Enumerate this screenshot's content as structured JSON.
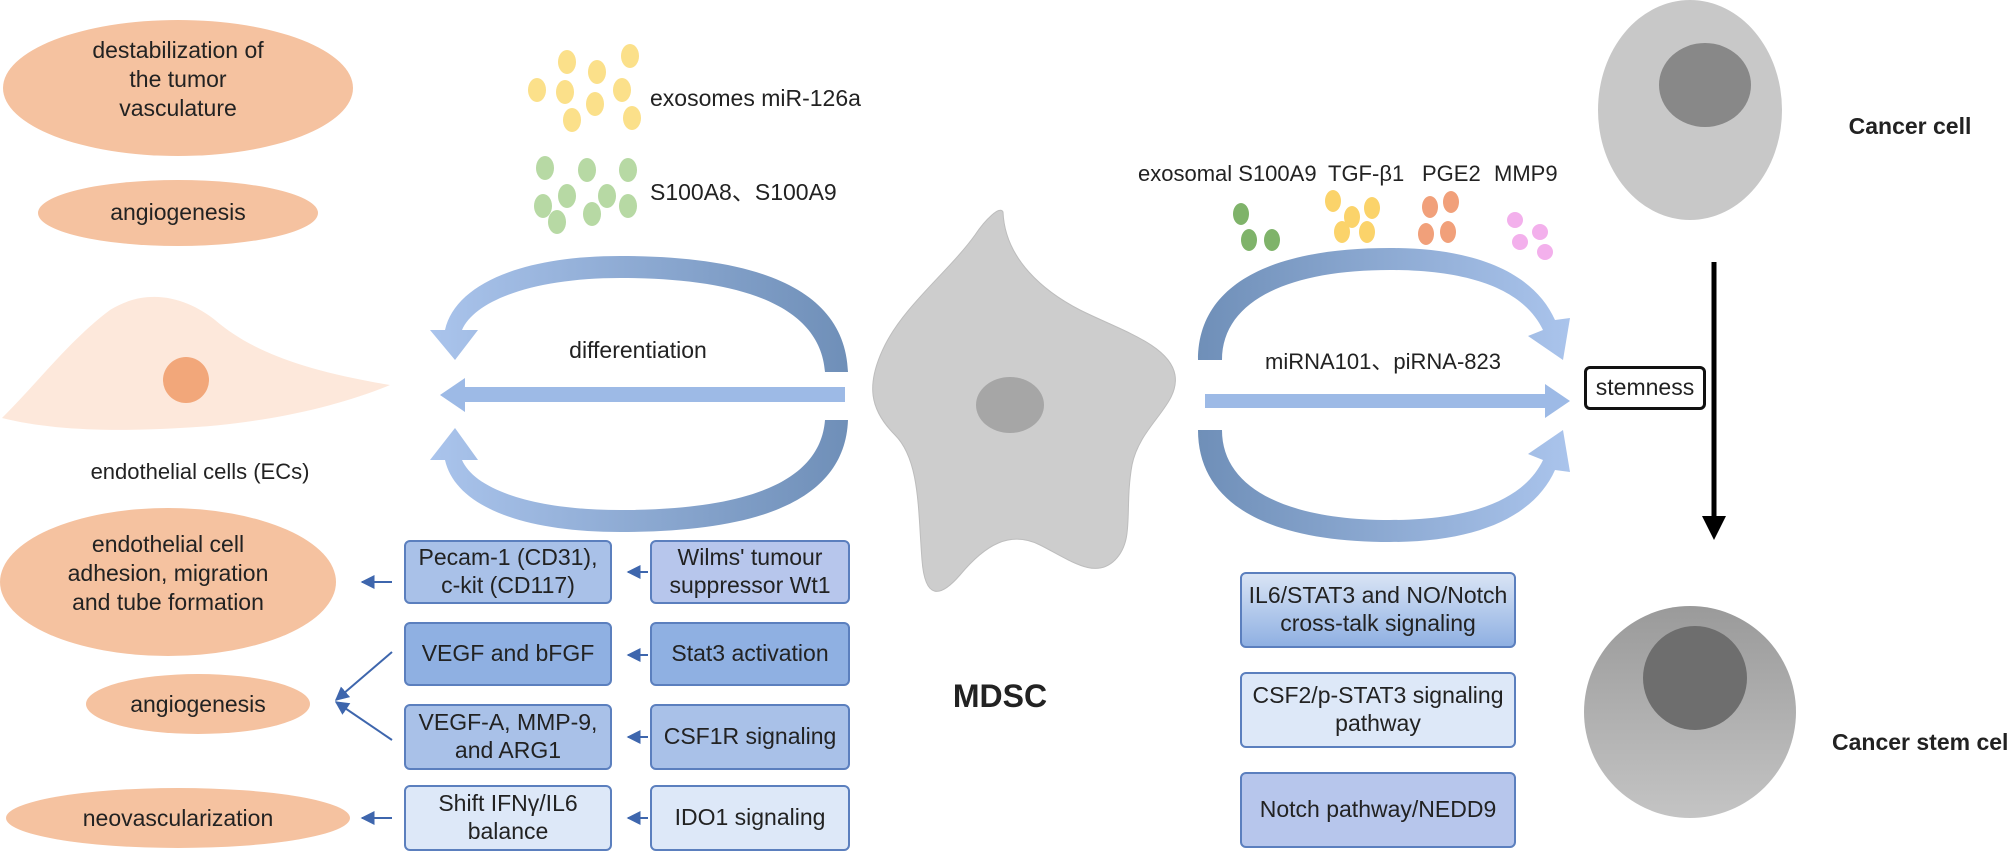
{
  "left": {
    "ovals_top": [
      "destabilization of\nthe tumor\nvasculature",
      "angiogenesis"
    ],
    "ec_label": "endothelial cells (ECs)",
    "ovals_bottom": [
      "endothelial cell\nadhesion, migration\nand tube formation",
      "angiogenesis",
      "neovascularization"
    ],
    "exosome_label": "exosomes miR-126a",
    "s100_label": "S100A8、S100A9",
    "differentiation_label": "differentiation",
    "effect_boxes": [
      "Pecam-1 (CD31),\nc-kit (CD117)",
      "VEGF and bFGF",
      "VEGF-A, MMP-9,\nand ARG1",
      "Shift IFNγ/IL6\nbalance"
    ],
    "signal_boxes": [
      "Wilms' tumour\nsuppressor Wt1",
      "Stat3 activation",
      "CSF1R signaling",
      "IDO1 signaling"
    ]
  },
  "center": {
    "mdsc_label": "MDSC"
  },
  "right": {
    "factors": [
      "exosomal S100A9",
      "TGF-β1",
      "PGE2",
      "MMP9"
    ],
    "mirna_label": "miRNA101、piRNA-823",
    "stemness_label": "stemness",
    "pathway_boxes": [
      "IL6/STAT3 and NO/Notch\ncross-talk signaling",
      "CSF2/p-STAT3 signaling\npathway",
      "Notch pathway/NEDD9"
    ],
    "cancer_cell_label": "Cancer cell",
    "cancer_stem_cell_label": "Cancer stem cell"
  },
  "colors": {
    "oval": "#f5c2a0",
    "nucleus": "#f2a77a",
    "arrow_blue": "#8fb0e2",
    "yellow_dot": "#fbe08a",
    "green_dot": "#b7d9a4",
    "dark_green_dot": "#7fb36a",
    "orange_dot": "#f1a07a",
    "pink_dot": "#f3b0ec",
    "cell_gray": "#c8c8c8"
  }
}
